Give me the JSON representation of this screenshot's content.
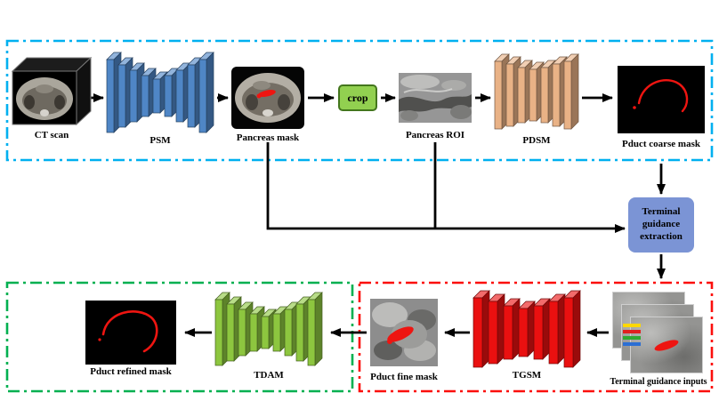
{
  "labels": {
    "ct_scan": "CT scan",
    "pancreas_mask": "Pancreas mask",
    "crop": "crop",
    "pancreas_roi": "Pancreas ROI",
    "pduct_coarse_mask": "Pduct coarse mask",
    "terminal_guidance_extraction": "Terminal guidance extraction",
    "terminal_guidance_inputs": "Terminal guidance inputs",
    "pduct_fine_mask": "Pduct fine mask",
    "pduct_refined_mask": "Pduct refined mask"
  },
  "modules": {
    "psm": {
      "label": "PSM",
      "color": "#4f86c6"
    },
    "pdsm": {
      "label": "PDSM",
      "color": "#e9b286"
    },
    "tgsm": {
      "label": "TGSM",
      "color": "#ea1010"
    },
    "tdam": {
      "label": "TDAM",
      "color": "#8dc63f"
    }
  },
  "colors": {
    "stage1_border": "#00b0f0",
    "stage2_border": "#fb0f0c",
    "stage3_border": "#00b050",
    "crop_fill": "#92d050",
    "crop_border": "#43761d",
    "terminal_box_fill": "#7b94d5",
    "arrow": "#000000",
    "duct_red": "#ee1511"
  }
}
